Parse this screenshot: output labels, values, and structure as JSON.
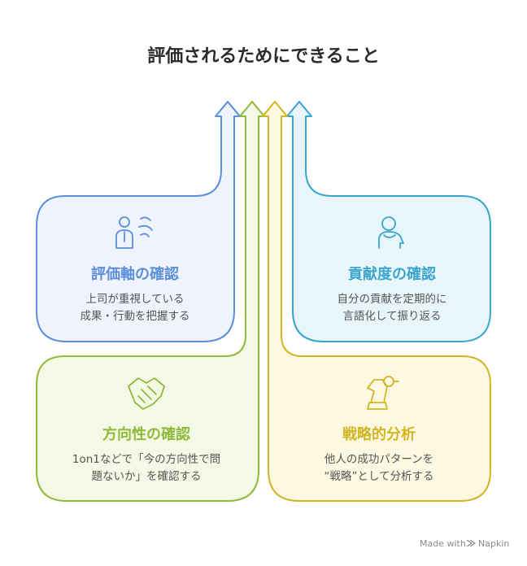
{
  "title": "評価されるためにできること",
  "cards": [
    {
      "id": "evaluation-axis",
      "title": "評価軸の確認",
      "desc_lines": [
        "上司が重視している",
        "成果・行動を把握する"
      ],
      "icon": "person-speaking-icon",
      "color": "#5b8fdc",
      "fill": "#eef3fd"
    },
    {
      "id": "contribution",
      "title": "貢献度の確認",
      "desc_lines": [
        "自分の貢献を定期的に",
        "言語化して振り返る"
      ],
      "icon": "head-profile-icon",
      "color": "#3aa6cf",
      "fill": "#e8f6fb"
    },
    {
      "id": "direction",
      "title": "方向性の確認",
      "desc_lines": [
        "1on1などで「今の方向性で問",
        "題ないか」を確認する"
      ],
      "icon": "handshake-icon",
      "color": "#8fba3a",
      "fill": "#f3f9e5"
    },
    {
      "id": "strategy",
      "title": "戦略的分析",
      "desc_lines": [
        "他人の成功パターンを",
        "“戦略”として分析する"
      ],
      "icon": "chess-knight-icon",
      "color": "#d2b523",
      "fill": "#fcf8e1"
    }
  ],
  "credit": {
    "made_with": "Made with",
    "brand": "Napkin"
  }
}
